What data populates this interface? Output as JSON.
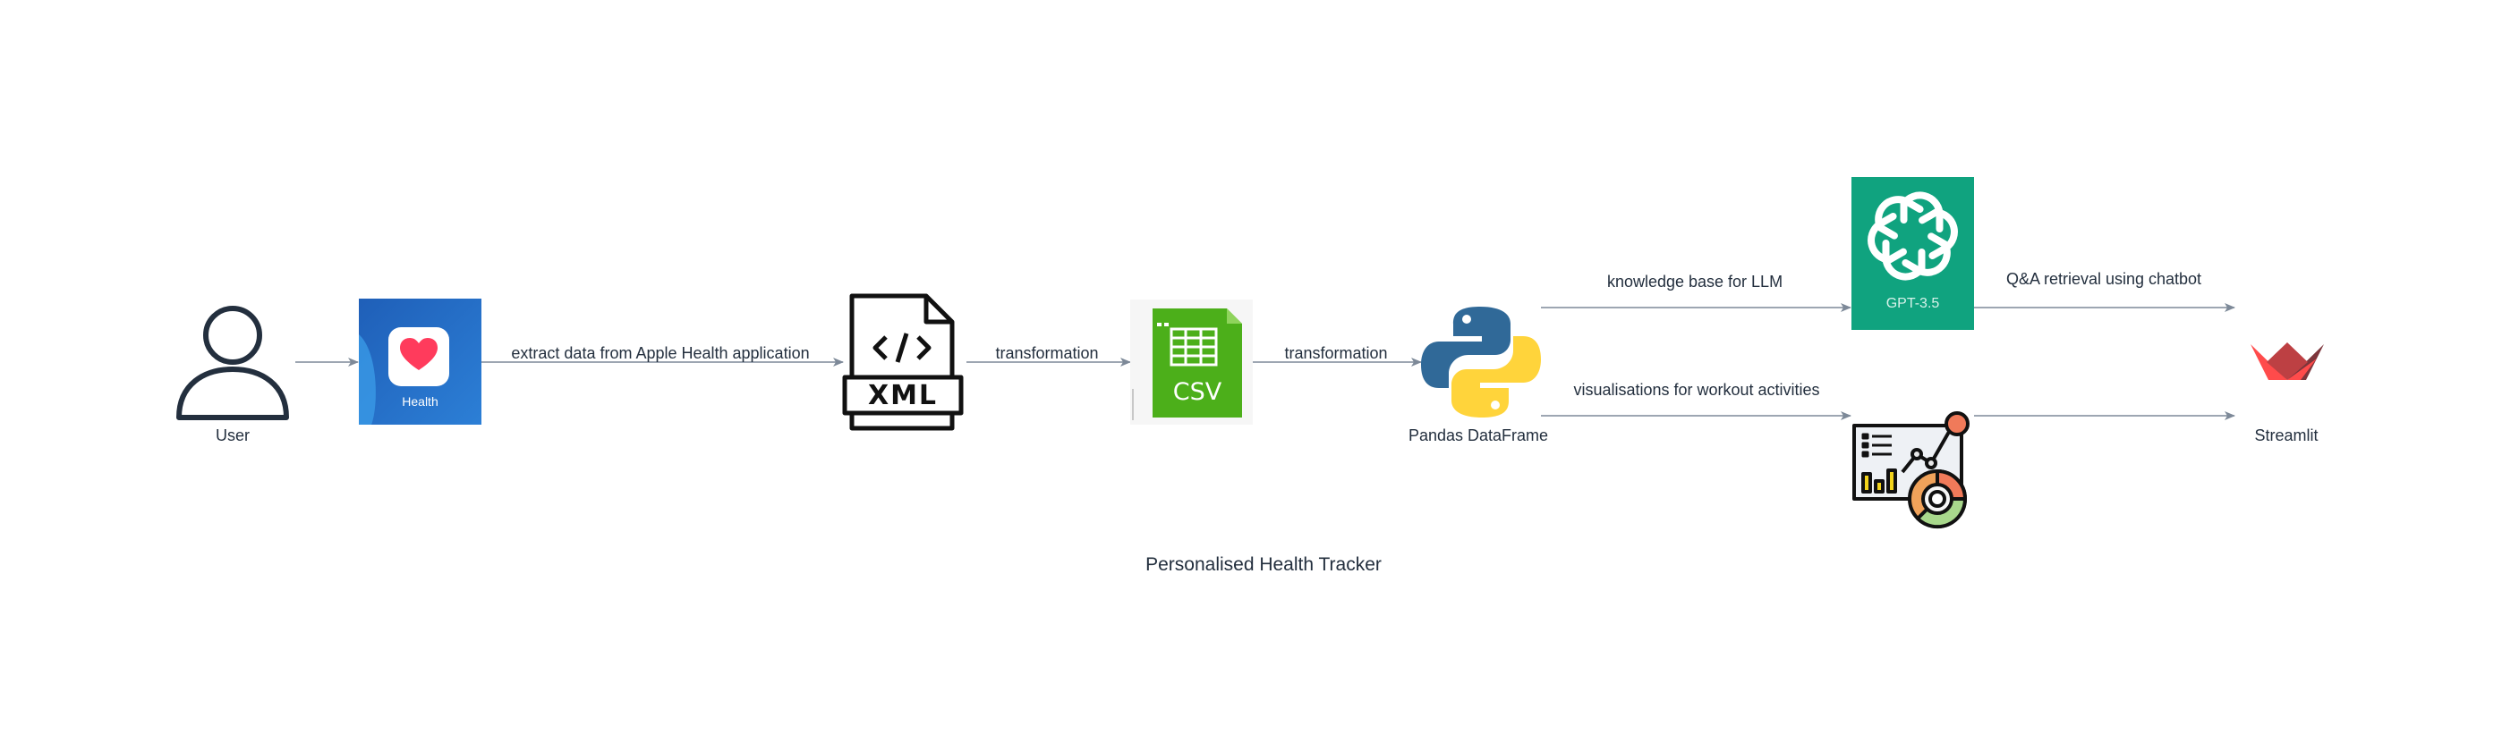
{
  "diagram": {
    "title": "Personalised Health Tracker",
    "nodes": {
      "user": "User",
      "apple_health": "Health",
      "xml": "XML",
      "csv": "CSV",
      "pandas": "Pandas DataFrame",
      "gpt": "GPT-3.5",
      "streamlit": "Streamlit"
    },
    "edges": {
      "extract": "extract data from Apple Health application",
      "transform_1": "transformation",
      "transform_2": "transformation",
      "knowledge_base": "knowledge base for LLM",
      "qa": "Q&A retrieval using chatbot",
      "visualisations": "visualisations for workout activities"
    },
    "colors": {
      "edge": "#7d8998",
      "text": "#232f3e",
      "gpt_bg": "#10a37f",
      "csv_green": "#4caf1a",
      "python_blue": "#306998",
      "python_yellow": "#ffd43b",
      "streamlit_red": "#ff4b4b"
    }
  }
}
